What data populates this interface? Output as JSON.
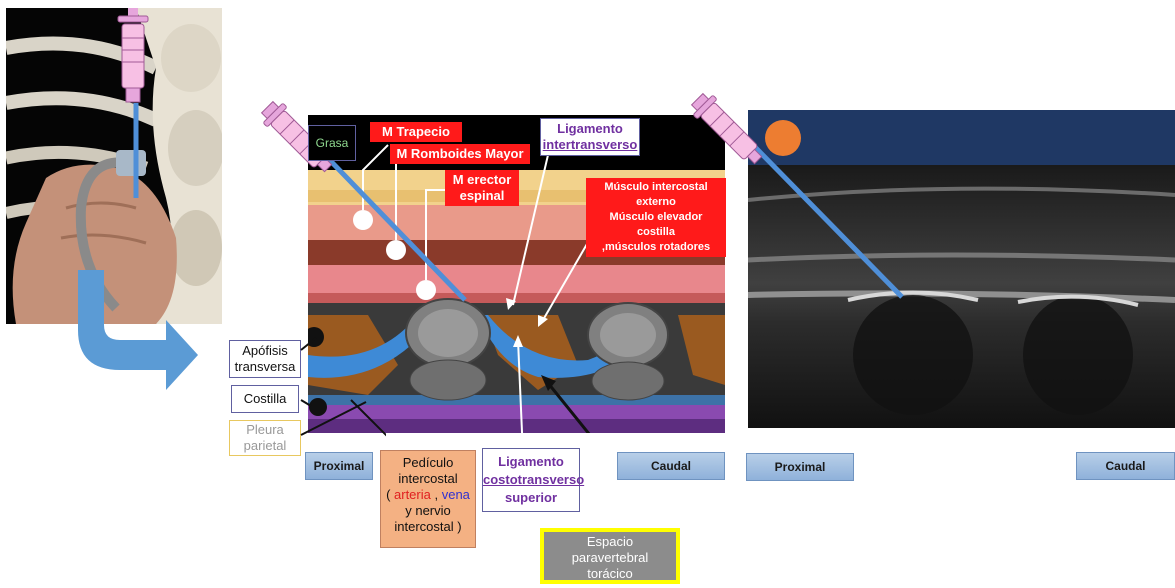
{
  "labels": {
    "grasa": "Grasa",
    "trapecio": "M Trapecio",
    "romboides": "M Romboides Mayor",
    "erector_line1": "M erector",
    "erector_line2": "espinal",
    "lig_inter_line1": "Ligamento",
    "lig_inter_line2": "intertransverso",
    "intercostal_line1": "Músculo intercostal",
    "intercostal_line2": "externo",
    "intercostal_line3": "Músculo elevador costilla",
    "intercostal_line4": ",músculos rotadores",
    "apofisis_line1": "Apófisis",
    "apofisis_line2": "transversa",
    "costilla": "Costilla",
    "pleura_line1": "Pleura",
    "pleura_line2": "parietal",
    "pediculo_line1": "Pedículo",
    "pediculo_line2": "intercostal",
    "pediculo_open": "( ",
    "pediculo_arteria": "arteria",
    "pediculo_comma": " , ",
    "pediculo_vena": "vena",
    "pediculo_line4": "y nervio",
    "pediculo_line5": "intercostal  )",
    "lig_costo_line1": "Ligamento",
    "lig_costo_line2": "costotransverso",
    "lig_costo_line3": "superior",
    "espacio_line1": "Espacio",
    "espacio_line2": "paravertebral",
    "espacio_line3": "torácico"
  },
  "buttons": {
    "proximal_left": "Proximal",
    "caudal_left": "Caudal",
    "proximal_right": "Proximal",
    "caudal_right": "Caudal"
  },
  "colors": {
    "red_label": "#ff1a1a",
    "purple_text": "#7030a0",
    "needle_blue": "#4f8fd8",
    "syringe_pink": "#f4a0d8",
    "arrow_blue": "#5b9bd5",
    "espacio_border": "#ffff00",
    "pediculo_bg": "#f4b183",
    "ultrasound_header": "#1f3864",
    "marker_orange": "#ed7d31"
  }
}
